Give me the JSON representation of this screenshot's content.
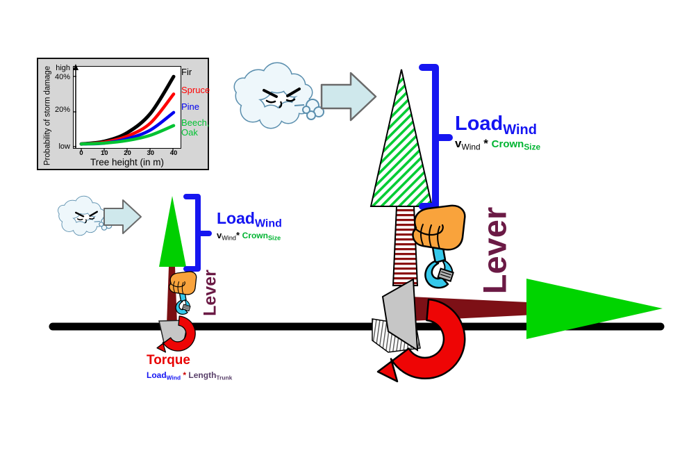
{
  "chart_data": {
    "type": "line",
    "title": "",
    "xlabel": "Tree height (in m)",
    "ylabel": "Probability of storm damage",
    "x": [
      0,
      10,
      20,
      30,
      40
    ],
    "x_ticks": [
      "0",
      "10",
      "20",
      "30",
      "40"
    ],
    "y_tick_labels": [
      "high",
      "40%",
      "20%",
      "low"
    ],
    "ylim": [
      0,
      45
    ],
    "grid": false,
    "legend_position": "right",
    "series": [
      {
        "name": "Fir",
        "color": "#000000",
        "values": [
          1.5,
          3.0,
          8.0,
          19.0,
          40.0
        ]
      },
      {
        "name": "Spruce",
        "color": "#ff0000",
        "values": [
          1.5,
          2.5,
          6.0,
          13.5,
          30.0
        ]
      },
      {
        "name": "Pine",
        "color": "#0000ee",
        "values": [
          1.5,
          2.0,
          4.5,
          9.5,
          19.5
        ]
      },
      {
        "name": "Beech, Oak",
        "color": "#00c232",
        "values": [
          1.5,
          2.0,
          3.5,
          6.5,
          12.0
        ]
      }
    ]
  },
  "labels": {
    "load_wind": {
      "main": "Load",
      "sub": "Wind"
    },
    "formula": {
      "v": "v",
      "v_sub": "Wind",
      "star": "*",
      "crown": "Crown",
      "crown_sub": "Size"
    },
    "lever": "Lever",
    "torque": {
      "title": "Torque",
      "load": "Load",
      "load_sub": "Wind",
      "star": "*",
      "length": "Length",
      "length_sub": "Trunk"
    }
  },
  "colors": {
    "load_blue": "#1414f2",
    "crown_green": "#00b432",
    "lever_maroon": "#6b1a45",
    "torque_red": "#e80000",
    "tree_green": "#00cf00",
    "trunk_red": "#7a0f12",
    "wind_arrow_fill": "#cfe8ec"
  }
}
